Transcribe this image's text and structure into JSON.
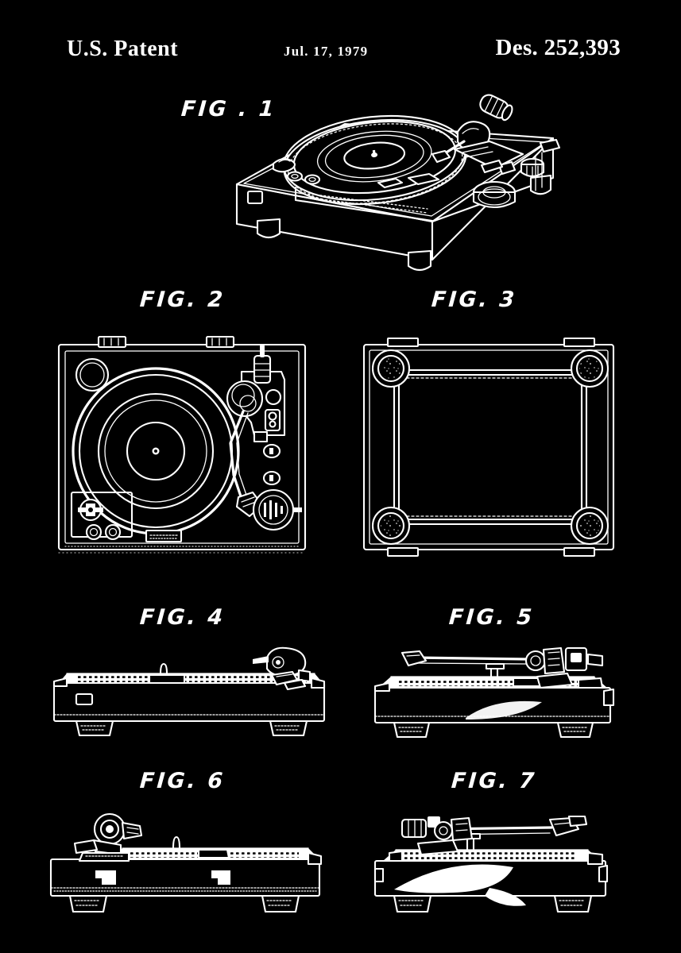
{
  "document": {
    "type": "us-design-patent-drawing-sheet",
    "background_color": "#000000",
    "ink_color": "#FFFFFF"
  },
  "header": {
    "office": "U.S. Patent",
    "date": "Jul. 17, 1979",
    "patent_number": "Des. 252,393"
  },
  "figures": [
    {
      "id": "fig-1",
      "label": "FIG . 1",
      "view": "perspective view of record player turntable",
      "subject": "turntable record player",
      "elements": [
        "plinth",
        "platter",
        "spindle",
        "tonearm",
        "cartridge-headshell",
        "counterweight",
        "control-knobs",
        "dust-cover-hinge",
        "feet"
      ]
    },
    {
      "id": "fig-2",
      "label": "FIG. 2",
      "view": "top plan view",
      "subject": "turntable record player",
      "elements": [
        "platter",
        "spindle",
        "tonearm",
        "tonearm-rest",
        "counterweight",
        "anti-skate-dial",
        "speed-selector",
        "strobe-window",
        "hinge-brackets",
        "control-panel"
      ]
    },
    {
      "id": "fig-3",
      "label": "FIG. 3",
      "view": "bottom plan view",
      "subject": "turntable record player",
      "elements": [
        "base-panel",
        "four-corner-feet",
        "recessed-bottom-plate"
      ]
    },
    {
      "id": "fig-4",
      "label": "FIG. 4",
      "view": "front elevation view",
      "subject": "turntable record player",
      "elements": [
        "plinth-front",
        "platter-edge",
        "spindle",
        "cartridge-headshell",
        "feet"
      ]
    },
    {
      "id": "fig-5",
      "label": "FIG. 5",
      "view": "rear elevation view",
      "subject": "turntable record player",
      "elements": [
        "plinth-rear",
        "tonearm",
        "counterweight",
        "feet"
      ]
    },
    {
      "id": "fig-6",
      "label": "FIG. 6",
      "view": "right side elevation view",
      "subject": "turntable record player",
      "elements": [
        "plinth-side",
        "counterweight",
        "spindle",
        "feet",
        "side-cutouts"
      ]
    },
    {
      "id": "fig-7",
      "label": "FIG. 7",
      "view": "left side elevation view",
      "subject": "turntable record player",
      "elements": [
        "plinth-side",
        "tonearm",
        "headshell",
        "counterweight",
        "feet"
      ]
    }
  ]
}
